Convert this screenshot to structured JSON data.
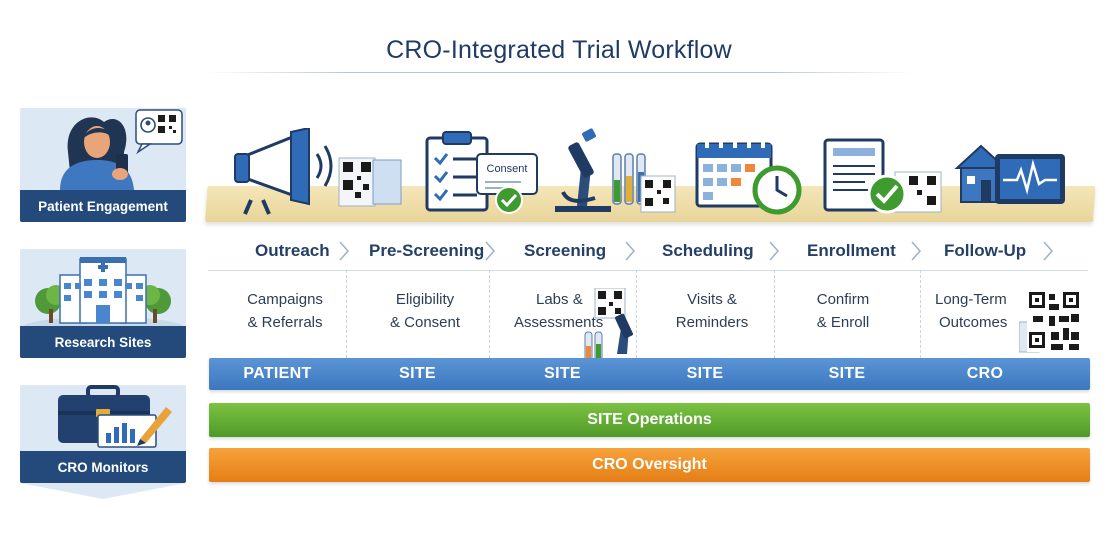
{
  "title": "CRO-Integrated Trial Workflow",
  "roles": {
    "patient": "Patient Engagement",
    "sites": "Research Sites",
    "cro": "CRO Monitors"
  },
  "icon_labels": {
    "consent": "Consent"
  },
  "steps": [
    {
      "label": "Outreach",
      "description_1": "Campaigns",
      "description_2": "& Referrals",
      "owner": "PATIENT",
      "icon": "megaphone-icon"
    },
    {
      "label": "Pre-Screening",
      "description_1": "Eligibility",
      "description_2": "& Consent",
      "owner": "SITE",
      "icon": "clipboard-consent-icon"
    },
    {
      "label": "Screening",
      "description_1": "Labs &",
      "description_2": "Assessments",
      "owner": "SITE",
      "icon": "microscope-icon"
    },
    {
      "label": "Scheduling",
      "description_1": "Visits &",
      "description_2": "Reminders",
      "owner": "SITE",
      "icon": "calendar-clock-icon"
    },
    {
      "label": "Enrollment",
      "description_1": "Confirm",
      "description_2": "& Enroll",
      "owner": "SITE",
      "icon": "enrollment-form-icon"
    },
    {
      "label": "Follow-Up",
      "description_1": "Long-Term",
      "description_2": "Outcomes",
      "owner": "CRO",
      "icon": "home-monitor-icon"
    }
  ],
  "bands": {
    "site_operations": "SITE Operations",
    "cro_oversight": "CRO Oversight"
  },
  "colors": {
    "navy": "#244a7c",
    "blue_band": "#3c77bf",
    "green_band": "#4f9a28",
    "orange_band": "#e57e16",
    "shelf": "#ecd9a3",
    "check_green": "#3f9a2f"
  }
}
